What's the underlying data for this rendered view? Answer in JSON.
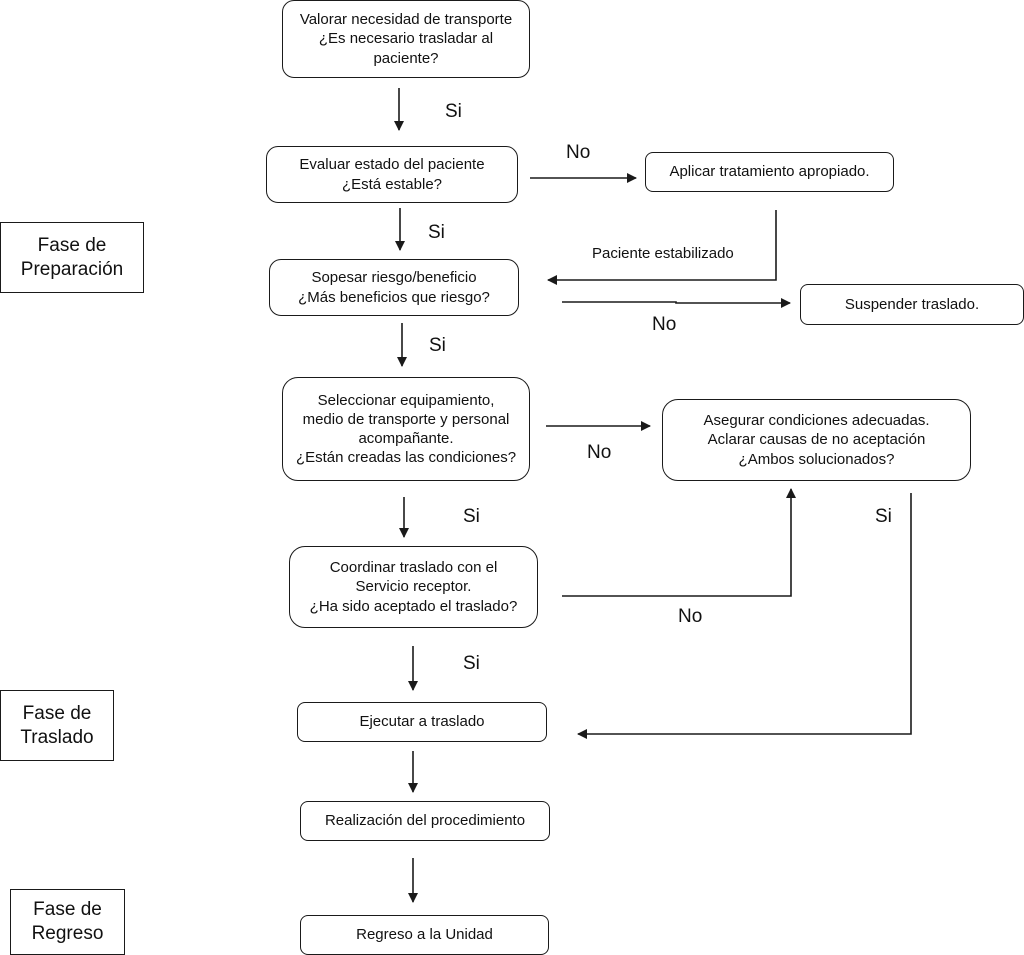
{
  "phases": {
    "preparacion": [
      "Fase de",
      "Preparación"
    ],
    "traslado": [
      "Fase de",
      "Traslado"
    ],
    "regreso": [
      "Fase de",
      "Regreso"
    ]
  },
  "nodes": {
    "valorar": [
      "Valorar necesidad de transporte",
      "¿Es necesario trasladar al",
      "paciente?"
    ],
    "evaluar": [
      "Evaluar estado del paciente",
      "¿Está estable?"
    ],
    "aplicar": [
      "Aplicar tratamiento  apropiado."
    ],
    "sopesar": [
      "Sopesar riesgo/beneficio",
      "¿Más beneficios que riesgo?"
    ],
    "suspender": [
      "Suspender traslado."
    ],
    "seleccionar": [
      "Seleccionar equipamiento,",
      "medio de transporte y personal",
      "acompañante.",
      "¿Están creadas las condiciones?"
    ],
    "asegurar": [
      "Asegurar condiciones adecuadas.",
      "Aclarar causas de no aceptación",
      "¿Ambos solucionados?"
    ],
    "coordinar": [
      "Coordinar traslado con el",
      "Servicio receptor.",
      "¿Ha sido aceptado el traslado?"
    ],
    "ejecutar": [
      "Ejecutar a traslado"
    ],
    "realizacion": [
      "Realización del procedimiento"
    ],
    "regreso": [
      "Regreso a la Unidad"
    ]
  },
  "edge_labels": {
    "si_1": "Si",
    "no_1": "No",
    "si_2": "Si",
    "paciente_estabilizado": "Paciente estabilizado",
    "no_2": "No",
    "si_3": "Si",
    "no_3": "No",
    "si_4": "Si",
    "si_5": "Si",
    "no_4": "No",
    "si_6": "Si"
  }
}
